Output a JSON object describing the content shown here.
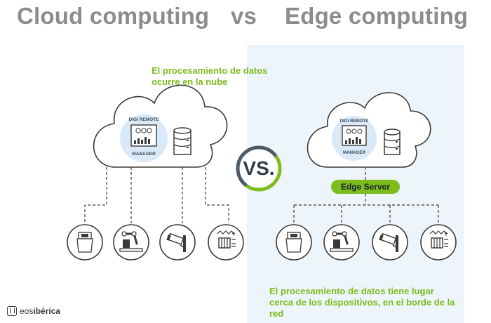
{
  "title": {
    "left": "Cloud computing",
    "vs": "vs",
    "right": "Edge computing"
  },
  "captions": {
    "cloud": "El procesamiento de datos ocurre en la nube",
    "edge": "El procesamiento de datos tiene lugar cerca de los dispositivos, en el borde de la red"
  },
  "center_badge": "VS.",
  "edge_server_label": "Edge Server",
  "manager_badge": {
    "top": "DIGI REMOTE",
    "bottom": "MANAGER"
  },
  "devices": [
    "trash-bin-icon",
    "robot-arm-icon",
    "security-camera-icon",
    "engine-sensor-icon"
  ],
  "colors": {
    "accent_green": "#7cbc1c",
    "title_gray": "#8c8c8c",
    "panel_bg": "#eef5fa",
    "badge_bg": "#d9e9f7",
    "line_dark": "#3a3a3a"
  },
  "logo": {
    "prefix": "eos",
    "brand": "ibérica"
  }
}
